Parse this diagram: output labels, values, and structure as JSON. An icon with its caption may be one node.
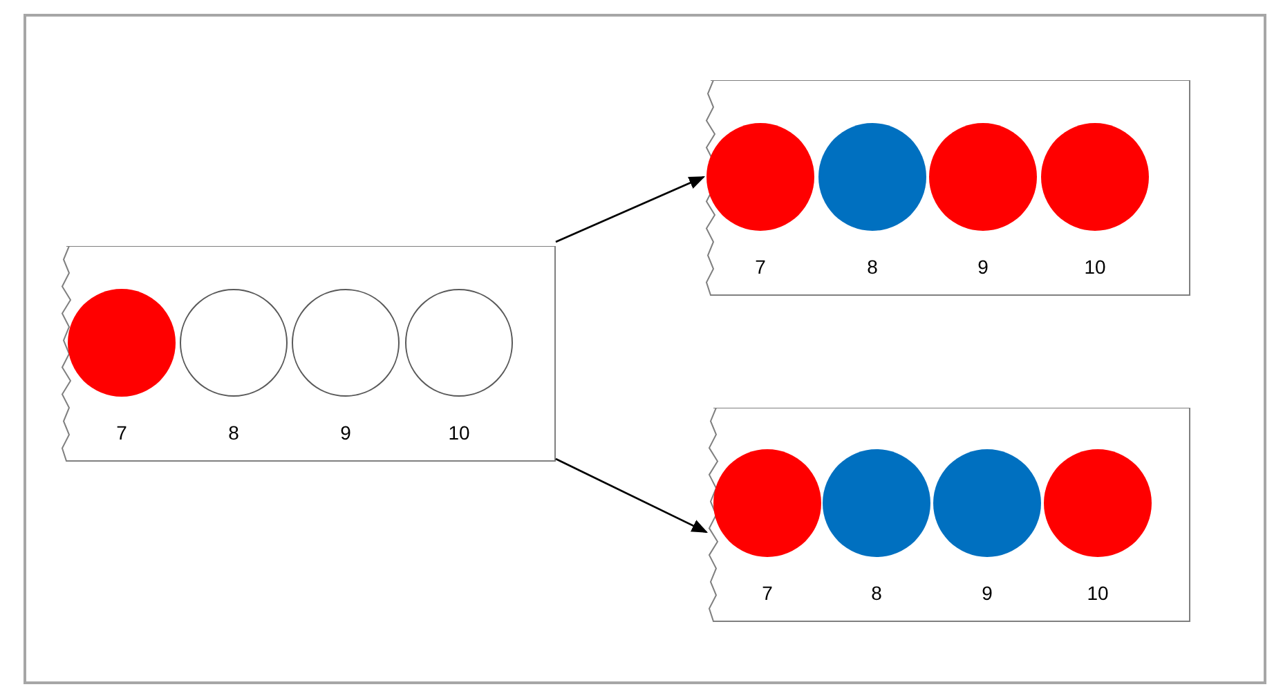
{
  "diagram": {
    "nodes": [
      {
        "text": [],
        "shape": "box"
      },
      {
        "text": [],
        "shape": "circle",
        "in": 0,
        "beside": [
          "7"
        ]
      },
      {
        "text": [],
        "shape": "circle",
        "in": 0,
        "beside": [
          "8"
        ]
      },
      {
        "text": [],
        "shape": "circle",
        "in": 0,
        "beside": [
          "9"
        ]
      },
      {
        "text": [],
        "shape": "circle",
        "in": 0,
        "beside": [
          "10"
        ]
      },
      {
        "text": [],
        "shape": "box"
      },
      {
        "text": [],
        "shape": "circle",
        "in": 5,
        "beside": [
          "7"
        ]
      },
      {
        "text": [],
        "shape": "circle",
        "in": 5,
        "beside": [
          "8"
        ]
      },
      {
        "text": [],
        "shape": "circle",
        "in": 5,
        "beside": [
          "9"
        ]
      },
      {
        "text": [],
        "shape": "circle",
        "in": 5,
        "beside": [
          "10"
        ]
      },
      {
        "text": [],
        "shape": "box"
      },
      {
        "text": [],
        "shape": "circle",
        "in": 10,
        "beside": [
          "7"
        ]
      },
      {
        "text": [],
        "shape": "circle",
        "in": 10,
        "beside": [
          "8"
        ]
      },
      {
        "text": [],
        "shape": "circle",
        "in": 10,
        "beside": [
          "9"
        ]
      },
      {
        "text": [],
        "shape": "circle",
        "in": 10,
        "beside": [
          "10"
        ]
      }
    ],
    "edges": [
      {
        "from": 0,
        "to": 5,
        "arrow": "to"
      },
      {
        "from": 0,
        "to": 10,
        "arrow": "to"
      }
    ]
  }
}
